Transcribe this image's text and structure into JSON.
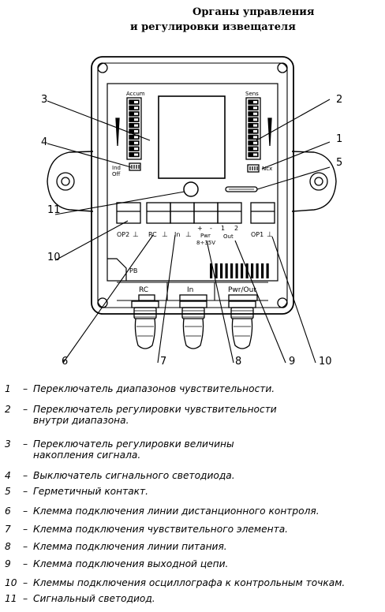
{
  "title": {
    "line1": "Органы управления",
    "line2": "и регулировки извещателя"
  },
  "panel": {
    "accum": "Accum",
    "sens": "Sens",
    "ind": "Ind",
    "off": "Off",
    "ncx": "Ncx",
    "pb": "PB",
    "plus": "+",
    "minus": "-",
    "pwr": "Pwr",
    "volt": "8÷35V",
    "out1": "1",
    "out2": "2",
    "out": "Out"
  },
  "terminals": {
    "op2": "OP2",
    "rc": "RC",
    "in": "In",
    "op1": "OP1",
    "ground": "⊥"
  },
  "glands": {
    "rc": "RC",
    "in": "In",
    "pwrout": "Pwr/Out"
  },
  "callouts": [
    "1",
    "2",
    "3",
    "4",
    "5",
    "6",
    "7",
    "8",
    "9",
    "10",
    "11",
    "10"
  ],
  "legend": [
    {
      "num": "1",
      "lines": [
        "Переключатель диапазонов чувствительности."
      ]
    },
    {
      "num": "2",
      "lines": [
        "Переключатель регулировки чувствительности",
        "внутри диапазона."
      ]
    },
    {
      "num": "3",
      "lines": [
        "Переключатель регулировки величины",
        "накопления сигнала."
      ]
    },
    {
      "num": "4",
      "lines": [
        "Выключатель сигнального светодиода."
      ]
    },
    {
      "num": "5",
      "lines": [
        "Герметичный контакт."
      ]
    },
    {
      "num": "6",
      "lines": [
        "Клемма подключения линии дистанционного контроля."
      ]
    },
    {
      "num": "7",
      "lines": [
        "Клемма подключения чувствительного элемента."
      ]
    },
    {
      "num": "8",
      "lines": [
        "Клемма подключения линии питания."
      ]
    },
    {
      "num": "9",
      "lines": [
        "Клемма подключения выходной цепи."
      ]
    },
    {
      "num": "10",
      "lines": [
        "Клеммы подключения осциллографа к контрольным точкам."
      ]
    },
    {
      "num": "11",
      "lines": [
        "Сигнальный светодиод."
      ]
    }
  ],
  "dash": "–"
}
